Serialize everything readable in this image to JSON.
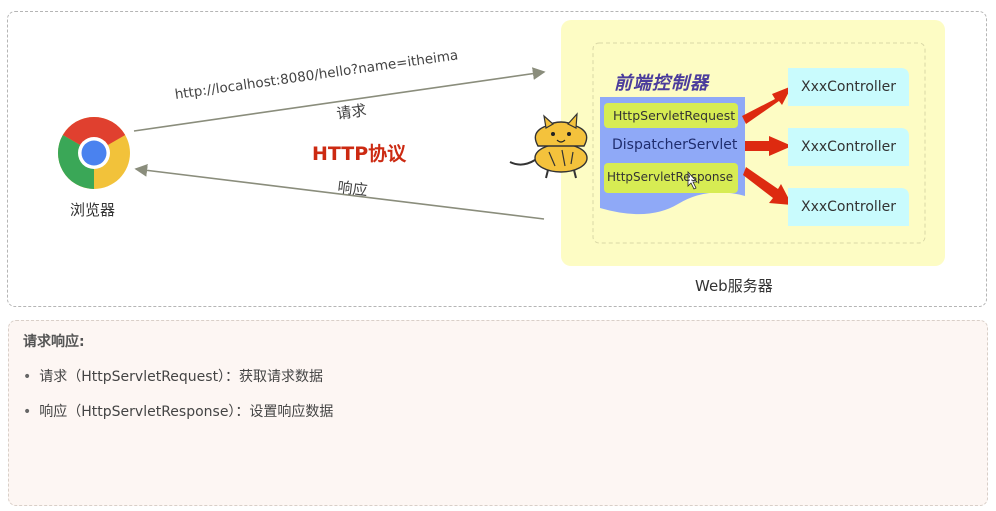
{
  "diagram": {
    "browser_label": "浏览器",
    "request_url": "http://localhost:8080/hello?name=itheima",
    "request_label": "请求",
    "protocol_label": "HTTP协议",
    "response_label": "响应",
    "server_label": "Web服务器",
    "front_controller_title": "前端控制器",
    "request_object": "HttpServletRequest",
    "dispatcher": "DispatcherServlet",
    "response_object": "HttpServletResponse",
    "controllers": [
      "XxxController",
      "XxxController",
      "XxxController"
    ]
  },
  "notes": {
    "heading": "请求响应:",
    "items": [
      "请求（HttpServletRequest）：获取请求数据",
      "响应（HttpServletResponse）：设置响应数据"
    ]
  },
  "colors": {
    "server_bg": "#fdfcc4",
    "dispatcher_doc": "#8fa9f7",
    "object_box": "#d7ec53",
    "controller_box": "#c9fbfd",
    "arrow_red": "#dd2a10",
    "protocol_red": "#cc2a12",
    "title_purple": "#4b3c9c"
  }
}
